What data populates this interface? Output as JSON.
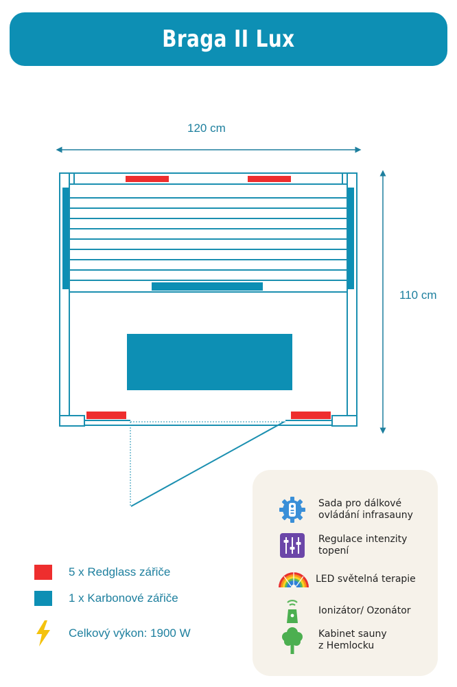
{
  "title": "Braga II Lux",
  "dimensions": {
    "width": "120 cm",
    "depth": "110 cm"
  },
  "colors": {
    "brand": "#0d8fb4",
    "redglass": "#ee2e2e",
    "carbon": "#0d8fb4",
    "bolt": "#f4c20d",
    "panel": "#f6f2ea"
  },
  "legend": [
    {
      "color": "#ee2e2e",
      "label": "5 x Redglass zářiče",
      "icon": "red-swatch"
    },
    {
      "color": "#0d8fb4",
      "label": "1 x Karbonové zářiče",
      "icon": "carbon-swatch"
    },
    {
      "label": "Celkový výkon: 1900 W",
      "icon": "lightning-icon"
    }
  ],
  "features": [
    {
      "icon": "remote-gear-icon",
      "lines": [
        "Sada pro dálkové",
        "ovládání infrasauny"
      ]
    },
    {
      "icon": "sliders-icon",
      "lines": [
        "Regulace intenzity",
        "topení"
      ]
    },
    {
      "icon": "rainbow-icon",
      "lines": [
        "LED světelná terapie"
      ]
    },
    {
      "icon": "ionizer-icon",
      "lines": [
        "Ionizátor/ Ozonátor"
      ]
    },
    {
      "icon": "tree-icon",
      "lines": [
        "Kabinet sauny",
        "z Hemlocku"
      ]
    }
  ]
}
